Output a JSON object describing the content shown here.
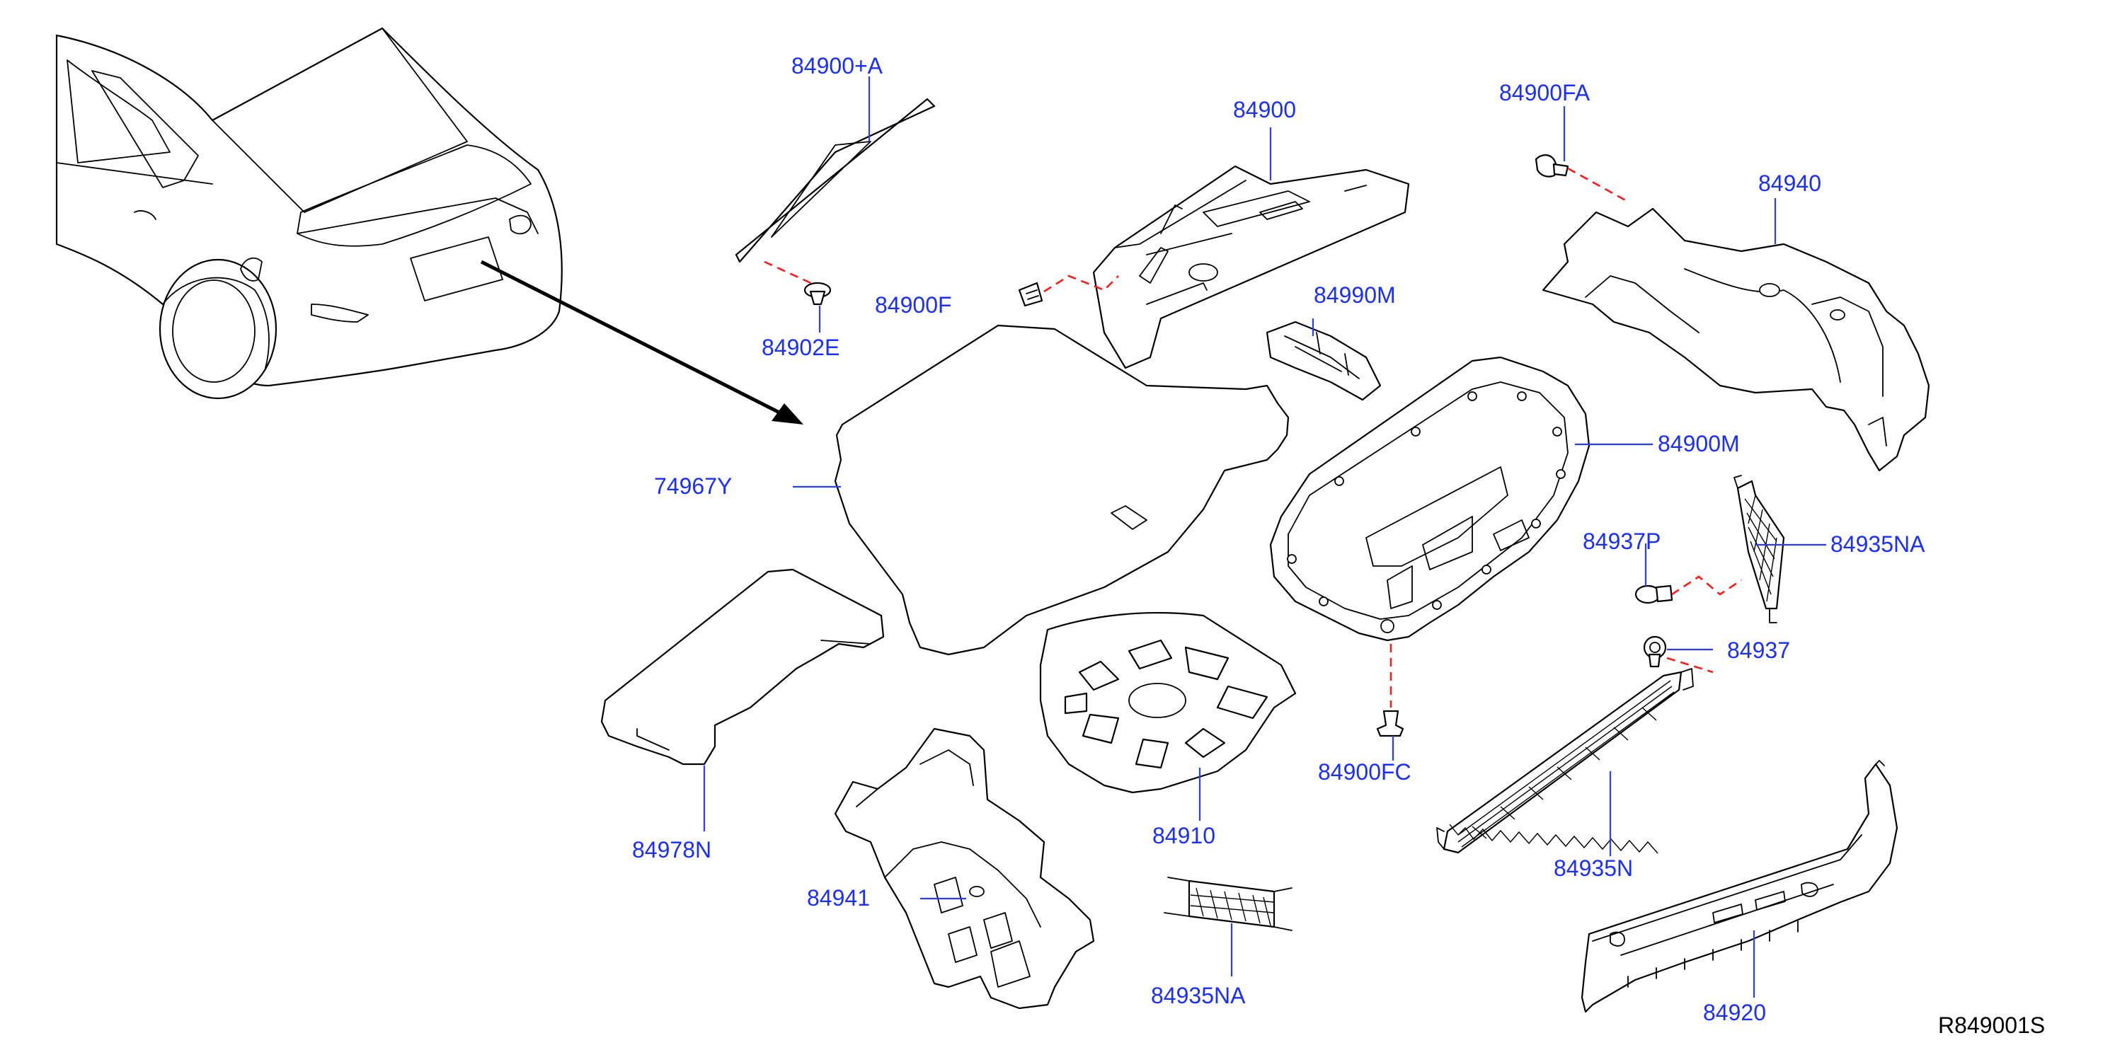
{
  "callouts": {
    "p84900A": "84900+A",
    "p84900": "84900",
    "p84900FA": "84900FA",
    "p84940": "84940",
    "p84900F": "84900F",
    "p84902E": "84902E",
    "p84990M": "84990M",
    "p74967Y": "74967Y",
    "p84900M": "84900M",
    "p84937P": "84937P",
    "p84935NA_right": "84935NA",
    "p84937": "84937",
    "p84978N": "84978N",
    "p84900FC": "84900FC",
    "p84910": "84910",
    "p84935N": "84935N",
    "p84941": "84941",
    "p84935NA_bottom": "84935NA",
    "p84920": "84920"
  },
  "reference_code": "R849001S",
  "colors": {
    "callout_text": "#1a2eff",
    "leader_line": "#2a3cff",
    "fastener_dash": "#ff1a1a",
    "outline": "#000000"
  }
}
